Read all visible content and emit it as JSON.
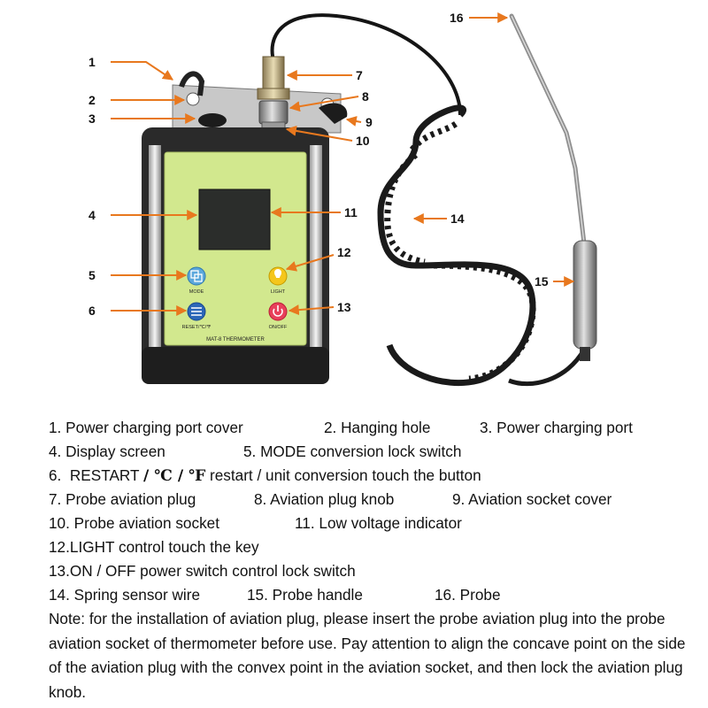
{
  "callouts": [
    "1",
    "2",
    "3",
    "4",
    "5",
    "6",
    "7",
    "8",
    "9",
    "10",
    "11",
    "12",
    "13",
    "14",
    "15",
    "16"
  ],
  "device": {
    "button_labels": {
      "mode": "MODE",
      "restart": "RESET/℃/℉",
      "light": "LIGHT",
      "onoff": "ON/OFF"
    },
    "model_label": "MAT-8 THERMOMETER"
  },
  "legend": {
    "i1": "1.  Power charging port cover",
    "i2": "2. Hanging hole",
    "i3": "3. Power charging port",
    "i4": "4. Display screen",
    "i5": "5. MODE conversion lock switch",
    "i6_pre": "6.  RESTART ",
    "i6_s1": "/ ℃ / ℉",
    "i6_post": " restart / unit conversion touch the button",
    "i7": "7.  Probe aviation plug",
    "i8": "8. Aviation plug knob",
    "i9": "9. Aviation socket cover",
    "i10": "10.  Probe aviation socket",
    "i11": "11. Low voltage indicator",
    "i12": "12.LIGHT control touch the key",
    "i13": "13.ON / OFF power switch control lock switch",
    "i14": "14. Spring sensor wire",
    "i15": "15. Probe handle",
    "i16": "16. Probe"
  },
  "note": "Note: for the installation of aviation plug, please insert the probe aviation plug into the probe aviation socket of thermometer before use. Pay attention to align the concave point on the side of the aviation plug with the convex point in the aviation socket, and then lock the aviation plug knob.",
  "colors": {
    "arrow": "#e8781e",
    "panel": "#d2e88e",
    "body": "#2a2a2a",
    "mode_button": "#5ba7dc",
    "light_button": "#f4c61c",
    "onoff_button": "#e8405a",
    "restart_button": "#2b66b8"
  }
}
